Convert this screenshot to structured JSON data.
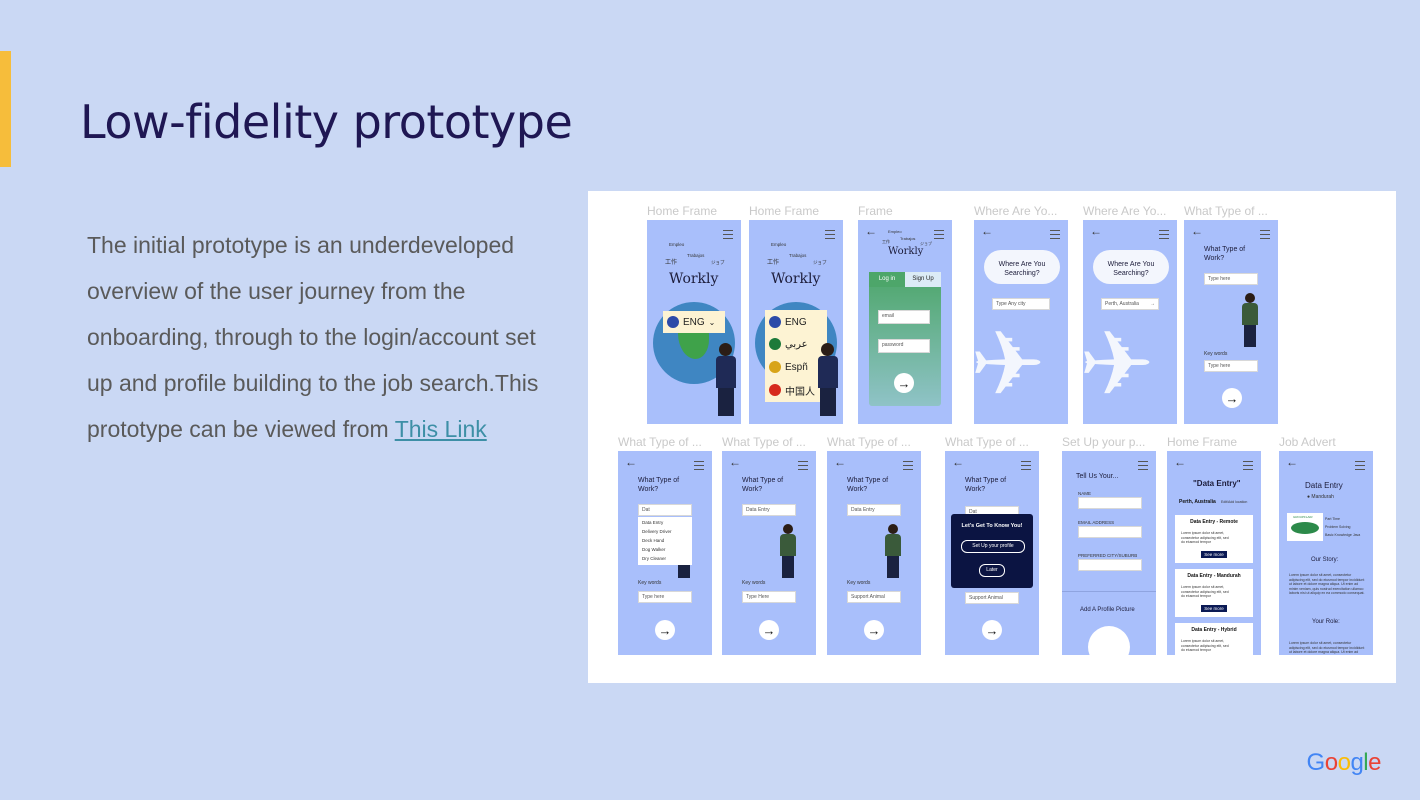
{
  "slide": {
    "title": "Low-fidelity prototype",
    "body_text": "The initial prototype is an underdeveloped overview of the user journey from the onboarding, through to the login/account set up and profile building to the job search.This prototype can be viewed from ",
    "link_text": "This Link",
    "google_logo": "Google",
    "accent_color": "#f6bd3b",
    "background_color": "#cad8f4"
  },
  "prototype": {
    "row1": [
      {
        "label": "Home Frame"
      },
      {
        "label": "Home Frame"
      },
      {
        "label": "Frame"
      },
      {
        "label": "Where Are Yo..."
      },
      {
        "label": "Where Are Yo..."
      },
      {
        "label": "What Type of ..."
      }
    ],
    "row2": [
      {
        "label": "What Type of ..."
      },
      {
        "label": "What Type of ..."
      },
      {
        "label": "What Type of ..."
      },
      {
        "label": "What Type of ..."
      },
      {
        "label": "Set Up your p..."
      },
      {
        "label": "Home Frame"
      },
      {
        "label": "Job Advert"
      }
    ],
    "home": {
      "logo": "Workly",
      "floating_words": [
        "Empleo",
        "Trabajos",
        "工作",
        "ジョブ"
      ],
      "lang_selected": "ENG",
      "lang_options": [
        "ENG",
        "عربي",
        "Espñ",
        "中国人"
      ]
    },
    "login": {
      "tab_login": "Log in",
      "tab_signup": "Sign Up",
      "email_placeholder": "email",
      "password_placeholder": "password"
    },
    "where": {
      "title": "Where Are You Searching?",
      "placeholder": "Type Any city",
      "value": "Perth, Australia"
    },
    "work_type": {
      "title": "What Type of Work?",
      "type_here": "Type here",
      "key_words": "Key words",
      "search_value": "Dat",
      "suggestions": [
        "Data Entry",
        "Delivery Driver",
        "Deck Hand",
        "Dog Walker",
        "Dry Cleaner"
      ],
      "selected_value": "Data Entry",
      "keyword_value_1": "Type Here",
      "keyword_value_2": "Support Animal",
      "popup_title": "Let's Get To Know You!",
      "popup_setup": "Set Up your profile",
      "popup_later": "Later"
    },
    "profile": {
      "title": "Tell Us Your...",
      "name_label": "NAME",
      "email_label": "EMAIL ADDRESS",
      "pronoun_label": "PREFERRED CITY/SUBURB",
      "add_picture": "Add A Profile Picture"
    },
    "results": {
      "title": "\"Data Entry\"",
      "location": "Perth, Australia",
      "location_sub": "Edit/Add location",
      "jobs": [
        {
          "title": "Data Entry - Remote",
          "button": "See more"
        },
        {
          "title": "Data Entry - Mandurah",
          "button": "See more"
        },
        {
          "title": "Data Entry - Hybrid",
          "button": ""
        }
      ],
      "lorem": "Lorem ipsum dolor sit amet, consectetur adipiscing elit, sed do eiusmod tempor"
    },
    "advert": {
      "title": "Data Entry",
      "location": "Mandurah",
      "company": "GROUPFLAIR",
      "bullets": [
        "Part Time",
        "Problem Solving",
        "Basic Knowledge Java"
      ],
      "our_story": "Our Story:",
      "your_role": "Your Role:",
      "lorem": "Lorem ipsum dolor sit amet, consectetur adipiscing elit, sed do eiusmod tempor incididunt ut labore et dolore magna aliqua. Ut enim ad minim veniam, quis nostrud exercitation ullamco laboris nisi ut aliquip ex ea commodo consequat."
    }
  }
}
